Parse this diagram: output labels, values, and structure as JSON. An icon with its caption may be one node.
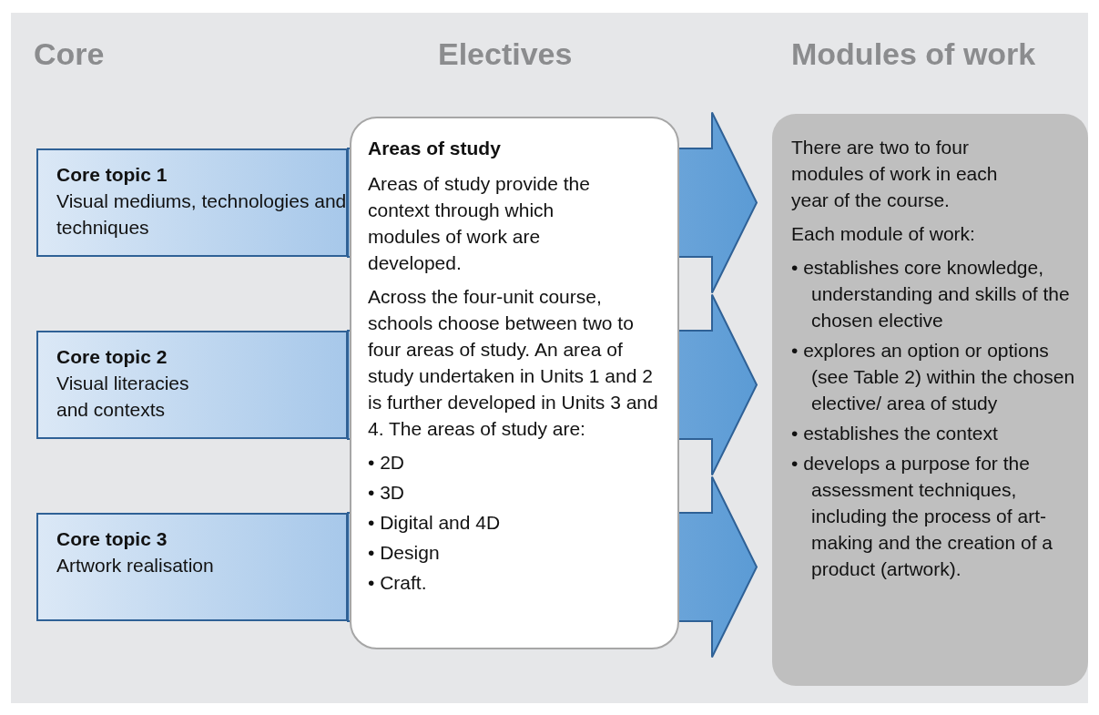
{
  "diagram": {
    "nodes": [
      {
        "text": [
          "Core topic 1",
          "Visual mediums, technologies and techniques"
        ]
      },
      {
        "text": [
          "Core topic 2",
          "Visual literacies and contexts"
        ]
      },
      {
        "text": [
          "Core topic 3",
          "Artwork realisation"
        ]
      },
      {
        "text": [
          "Areas of study",
          "Areas of study provide the context through which modules of work are developed.",
          "Across the four-unit course, schools choose between two to four areas of study. An area of study undertaken in Units 1 and 2 is further developed in Units 3 and 4. The areas of study are:",
          "• 2D",
          "• 3D",
          "• Digital and 4D",
          "• Design",
          "• Craft."
        ]
      },
      {
        "text": [
          "There are two to four modules of work in each year of the course.",
          "Each module of work:",
          "• establishes core knowledge, understanding and skills of the chosen elective",
          "• explores an option or options (see Table 2) within the chosen elective/ area of study",
          "• establishes the context",
          "• develops a purpose for the assessment techniques, including the process of art-making and the creation of a product (artwork)."
        ]
      }
    ],
    "edges": [
      {
        "from": 0,
        "to": 4,
        "arrow": "to",
        "style": "thick"
      },
      {
        "from": 1,
        "to": 4,
        "arrow": "to",
        "style": "thick"
      },
      {
        "from": 2,
        "to": 4,
        "arrow": "to",
        "style": "thick"
      }
    ],
    "labels": [
      "Core",
      "Electives",
      "Modules of work"
    ]
  }
}
